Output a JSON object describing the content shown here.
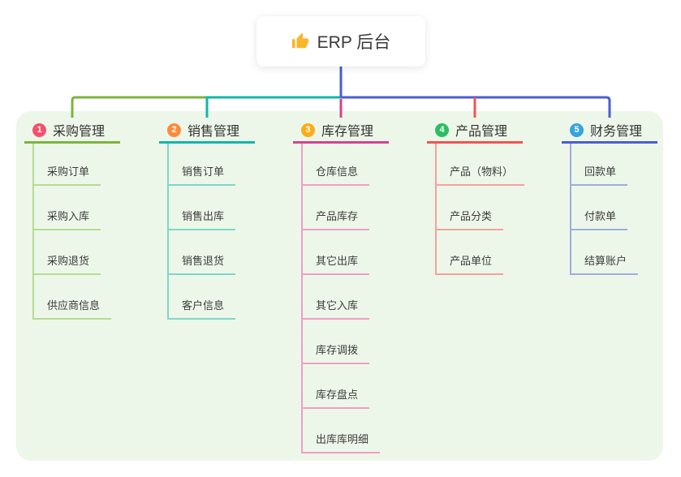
{
  "root": {
    "label": "ERP 后台",
    "icon": "thumbs-up-icon",
    "icon_color": "#f9b62a"
  },
  "theme": {
    "panel_bg": "#edf7e9",
    "root_line_color": "#4a5ed2",
    "text_color": "#3c3c3c"
  },
  "branches": [
    {
      "num": "1",
      "label": "采购管理",
      "badge_color": "#f4516c",
      "line_color": "#7cb43e",
      "child_line_color": "#b5dc91",
      "items": [
        "采购订单",
        "采购入库",
        "采购退货",
        "供应商信息"
      ]
    },
    {
      "num": "2",
      "label": "销售管理",
      "badge_color": "#fb8b3d",
      "line_color": "#10b7a8",
      "child_line_color": "#7fd6ca",
      "items": [
        "销售订单",
        "销售出库",
        "销售退货",
        "客户信息"
      ]
    },
    {
      "num": "3",
      "label": "库存管理",
      "badge_color": "#fbac19",
      "line_color": "#d7418f",
      "child_line_color": "#f19ec6",
      "items": [
        "仓库信息",
        "产品库存",
        "其它出库",
        "其它入库",
        "库存调拨",
        "库存盘点",
        "出库库明细"
      ]
    },
    {
      "num": "4",
      "label": "产品管理",
      "badge_color": "#2dbe60",
      "line_color": "#f35352",
      "child_line_color": "#f6a19e",
      "items": [
        "产品（物料）",
        "产品分类",
        "产品单位"
      ]
    },
    {
      "num": "5",
      "label": "财务管理",
      "badge_color": "#36a4e0",
      "line_color": "#4a5ed2",
      "child_line_color": "#9fadde",
      "items": [
        "回款单",
        "付款单",
        "结算账户"
      ]
    }
  ]
}
